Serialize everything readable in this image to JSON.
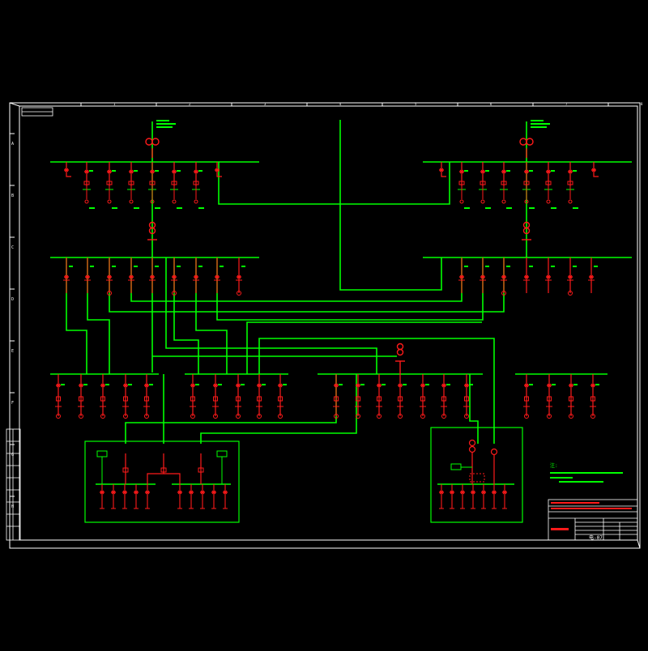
{
  "drawing": {
    "ruler_left": [
      "A",
      "B",
      "C",
      "D",
      "E",
      "F",
      "G",
      "H"
    ],
    "ruler_top": [
      "1",
      "2",
      "3",
      "4",
      "5",
      "6",
      "7",
      "8"
    ],
    "notes_title": "注:",
    "title_block": {
      "drawing_no": "电-07"
    }
  },
  "colors": {
    "background": "#000000",
    "frame": "#ffffff",
    "bus": "#00ff00",
    "equipment": "#ff1a1a",
    "label": "#00ff00"
  }
}
